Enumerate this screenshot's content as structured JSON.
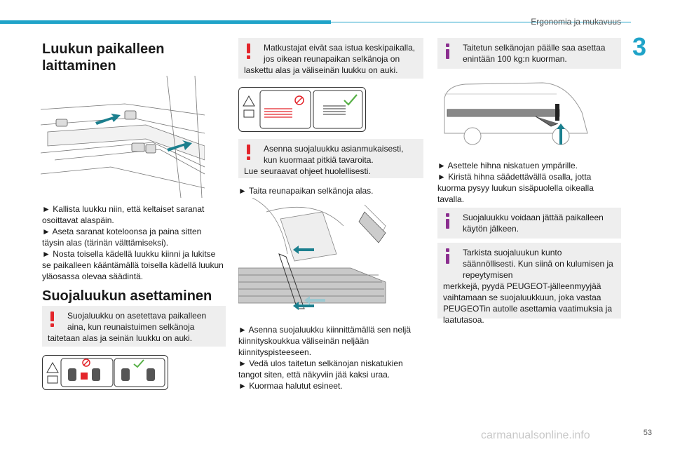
{
  "header": {
    "title": "Ergonomia ja mukavuus",
    "chapter": "3",
    "page_number": "53"
  },
  "colors": {
    "accent": "#1fa3c8",
    "warning": "#e3252b",
    "info": "#8b2f8f",
    "note_bg": "#eeeeee"
  },
  "col1": {
    "heading1": "Luukun paikalleen laittaminen",
    "steps1": [
      "► Kallista luukku niin, että keltaiset saranat osoittavat alaspäin.",
      "► Aseta saranat koteloonsa ja paina sitten täysin alas (tärinän välttämiseksi).",
      "► Nosta toisella kädellä luukku kiinni ja lukitse se paikalleen kääntämällä toisella kädellä luukun yläosassa olevaa säädintä."
    ],
    "heading2": "Suojaluukun asettaminen",
    "warning1": {
      "first": "Suojaluukku on asetettava paikalleen aina, kun reunaistuimen selkänoja",
      "rest": "taitetaan alas ja seinän luukku on auki."
    }
  },
  "col2": {
    "warning2": {
      "first": "Matkustajat eivät saa istua keskipaikalla, jos oikean reunapaikan selkänoja on",
      "rest": "laskettu alas ja väliseinän luukku on auki."
    },
    "warning3": {
      "first": "Asenna suojaluukku asianmukaisesti, kun kuormaat pitkiä tavaroita.",
      "rest": "Lue seuraavat ohjeet huolellisesti."
    },
    "step_fold": "► Taita reunapaikan selkänoja alas.",
    "steps2": [
      "► Asenna suojaluukku kiinnittämällä sen neljä kiinnityskoukkua väliseinän neljään kiinnityspisteeseen.",
      "► Vedä ulos taitetun selkänojan niskatukien tangot siten, että näkyviin jää kaksi uraa.",
      "► Kuormaa halutut esineet."
    ]
  },
  "col3": {
    "info1": {
      "first": "Taitetun selkänojan päälle saa asettaa enintään 100 kg:n kuorman."
    },
    "steps3": [
      "► Asettele hihna niskatuen ympärille.",
      "► Kiristä hihna säädettävällä osalla, jotta kuorma pysyy luukun sisäpuolella oikealla tavalla."
    ],
    "info2": {
      "first": "Suojaluukku voidaan jättää paikalleen käytön jälkeen."
    },
    "info3": {
      "first": "Tarkista suojaluukun kunto säännöllisesti. Kun siinä on kulumisen ja repeytymisen",
      "rest": "merkkejä, pyydä PEUGEOT-jälleenmyyjää vaihtamaan se suojaluukkuun, joka vastaa PEUGEOTin autolle asettamia vaatimuksia ja laatutasoa."
    }
  },
  "watermark": "carmanualsonline.info"
}
